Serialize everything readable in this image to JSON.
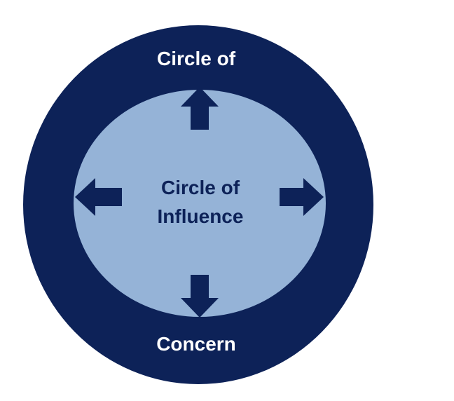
{
  "diagram": {
    "outer_label_top": "Circle of",
    "outer_label_bottom": "Concern",
    "inner_label_line1": "Circle of",
    "inner_label_line2": "Influence",
    "colors": {
      "outer_circle": "#0d2258",
      "inner_circle": "#95b3d7",
      "arrows": "#0d2258",
      "outer_text": "#ffffff",
      "inner_text": "#0d2258",
      "background": "#ffffff"
    },
    "arrows": [
      "arrow-up-icon",
      "arrow-down-icon",
      "arrow-left-icon",
      "arrow-right-icon"
    ]
  }
}
